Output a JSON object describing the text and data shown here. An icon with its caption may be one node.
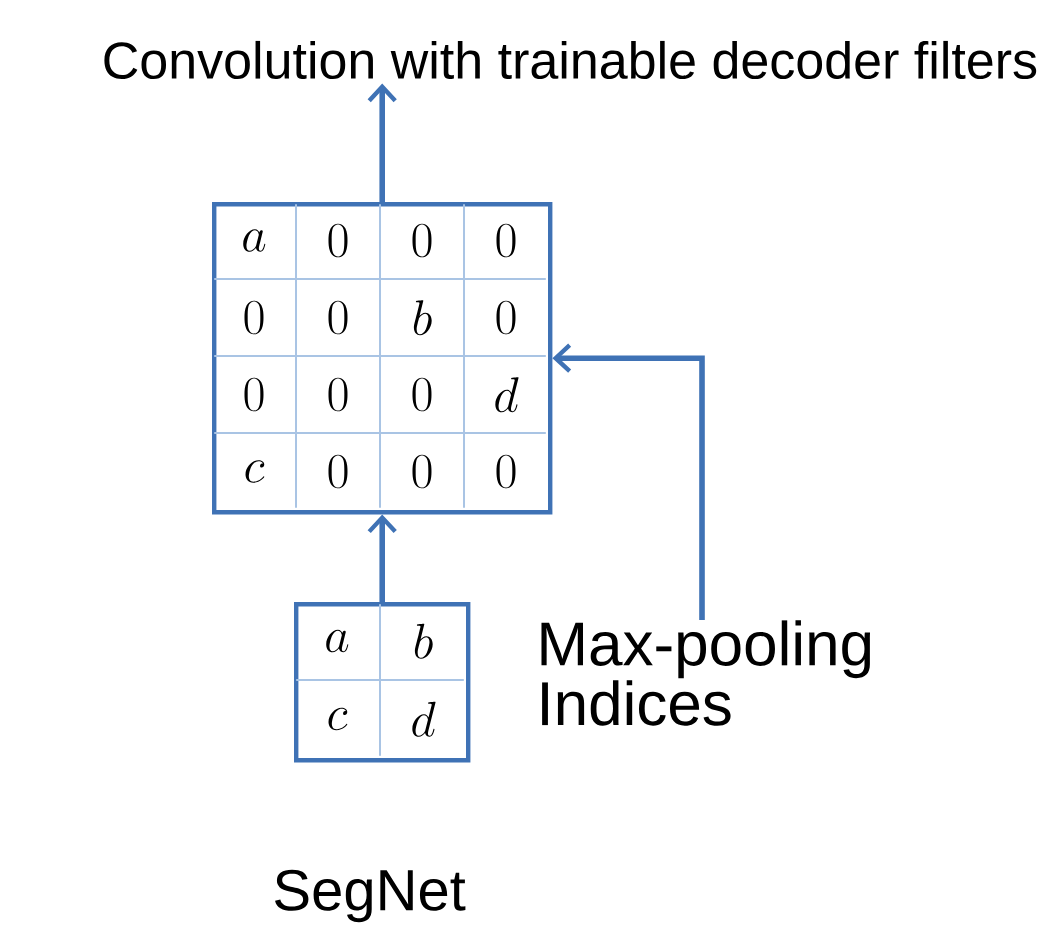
{
  "diagram": {
    "nodes": [
      {
        "text": [
          "Convolution with trainable decoder filters"
        ]
      },
      {
        "text": [
          "a",
          "0",
          "0",
          "0",
          "0",
          "0",
          "b",
          "0",
          "0",
          "0",
          "0",
          "d",
          "c",
          "0",
          "0",
          "0"
        ]
      },
      {
        "text": [
          "a",
          "b",
          "c",
          "d"
        ]
      },
      {
        "text": [
          "Max-pooling Indices"
        ]
      }
    ],
    "edges": [
      {
        "from": 1,
        "to": 0,
        "arrow": "to"
      },
      {
        "from": 2,
        "to": 1,
        "arrow": "to"
      },
      {
        "from": 3,
        "to": 1,
        "arrow": "to"
      }
    ],
    "labels": [
      "SegNet"
    ]
  }
}
